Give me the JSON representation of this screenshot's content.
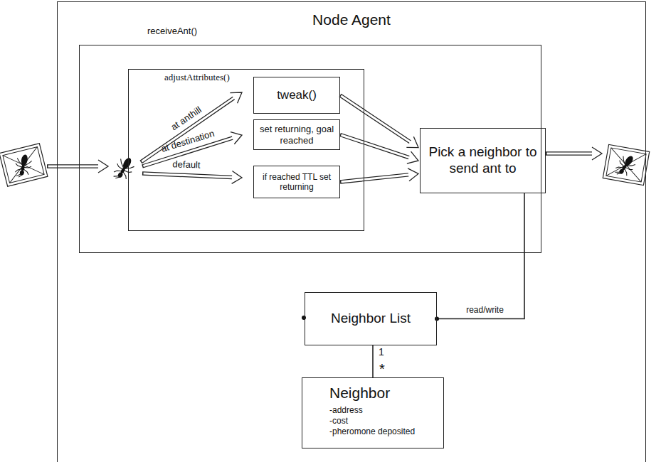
{
  "diagram": {
    "nodes": [
      {
        "text": [
          "Node Agent"
        ]
      },
      {
        "text": [
          "receiveAnt()"
        ],
        "in": 0
      },
      {
        "text": [
          "adjustAttributes()"
        ],
        "in": 1
      },
      {
        "text": [
          "tweak()"
        ],
        "in": 2
      },
      {
        "text": [
          "set returning, goal reached"
        ],
        "in": 2
      },
      {
        "text": [
          "if reached TTL set returning"
        ],
        "in": 2
      },
      {
        "text": [
          "Pick a neighbor to send ant to"
        ],
        "in": 1
      },
      {
        "text": [
          "Neighbor List"
        ],
        "in": 0
      },
      {
        "text": [
          "Neighbor",
          "-address",
          "-cost",
          "-pheromone deposited"
        ],
        "in": 0
      }
    ],
    "edges": [
      {
        "from": 3,
        "to": 6,
        "arrow": "to"
      },
      {
        "from": 4,
        "to": 6,
        "arrow": "to"
      },
      {
        "from": 5,
        "to": 6,
        "arrow": "to"
      },
      {
        "from": 6,
        "to": 7,
        "label": "read/write",
        "arrow": "none"
      },
      {
        "from": 7,
        "to": 8,
        "arrow": "none"
      }
    ],
    "labels": [
      "at anthill",
      "at destination",
      "default",
      "1",
      "*"
    ]
  }
}
